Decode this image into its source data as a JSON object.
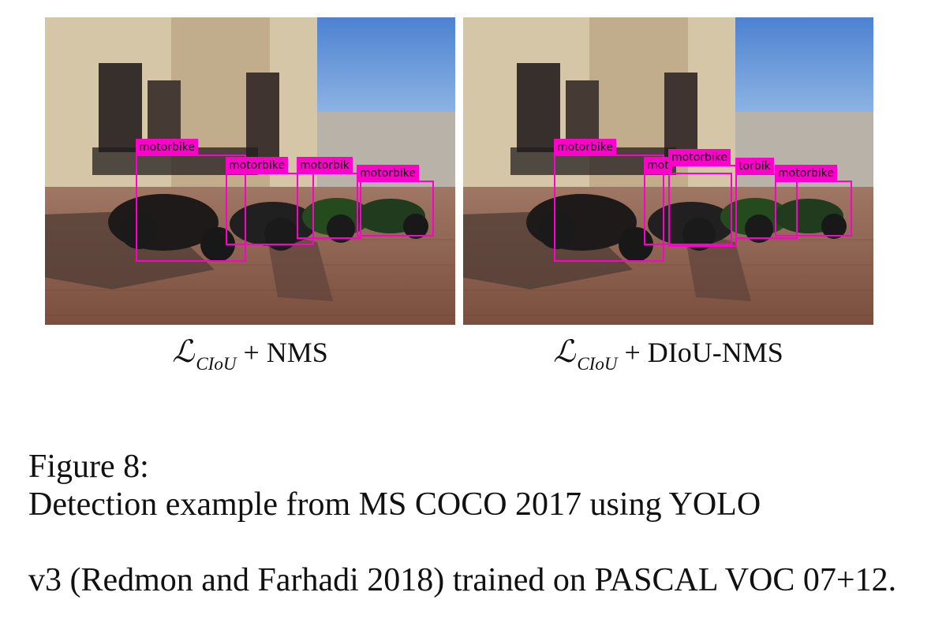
{
  "figure": {
    "label": "Figure 8:",
    "caption_line_1": "Detection example from MS COCO 2017 using YOLO",
    "caption_line_2": "v3 (Redmon and Farhadi 2018) trained on PASCAL VOC 07+12."
  },
  "panels": [
    {
      "method_symbol": "ℒ",
      "method_subscript": "CIoU",
      "method_suffix": "+ NMS",
      "detections": [
        {
          "label": "motorbike"
        },
        {
          "label": "motorbike"
        },
        {
          "label": "motorbik"
        },
        {
          "label": "motorbike"
        }
      ]
    },
    {
      "method_symbol": "ℒ",
      "method_subscript": "CIoU",
      "method_suffix": "+ DIoU-NMS",
      "detections": [
        {
          "label": "motorbike"
        },
        {
          "label": "mot"
        },
        {
          "label": "motorbike"
        },
        {
          "label": "torbik"
        },
        {
          "label": "motorbike"
        }
      ]
    }
  ],
  "colors": {
    "box": "#ff00cc",
    "sky": "#7ca6d6",
    "stone": "#c9b79b",
    "pavement": "#8a5e4b"
  }
}
